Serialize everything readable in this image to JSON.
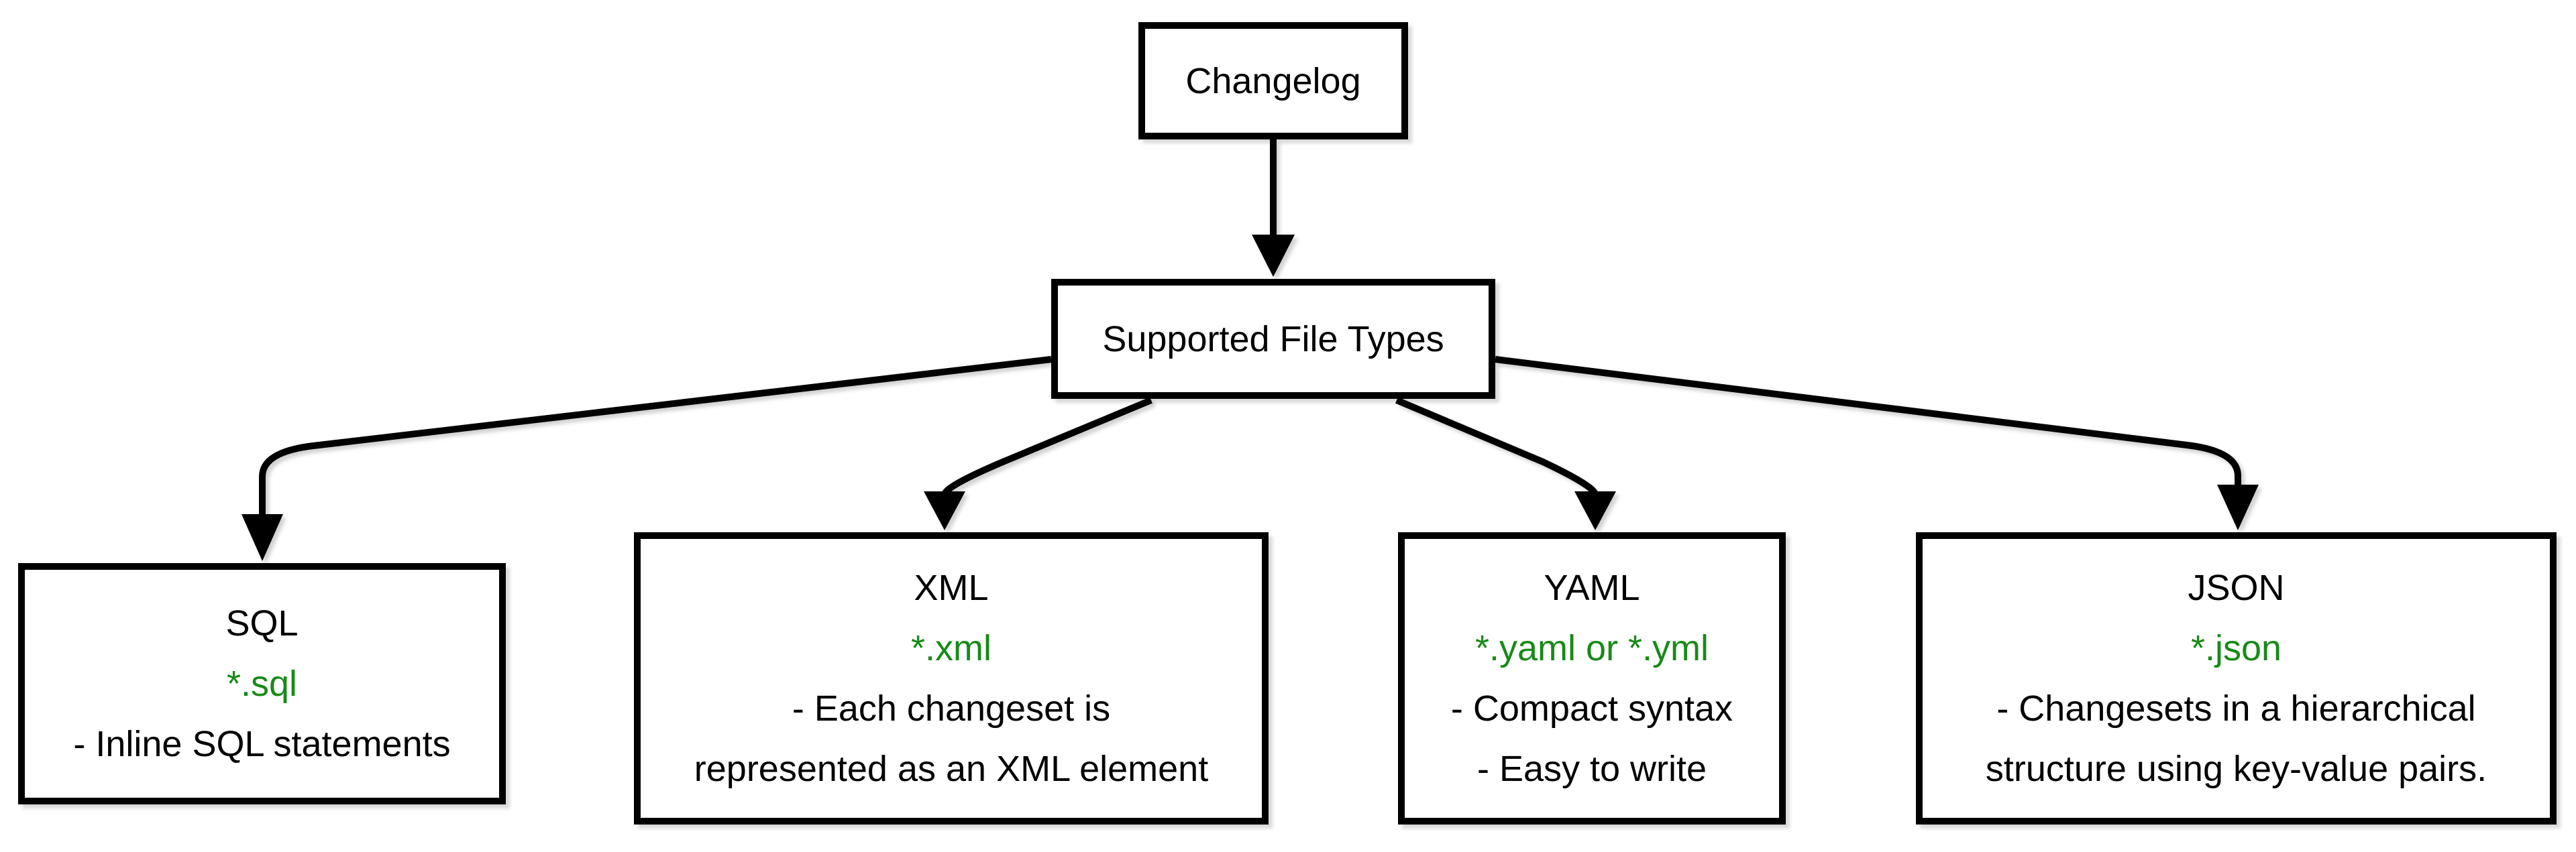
{
  "diagram": {
    "root": {
      "label": "Changelog"
    },
    "hub": {
      "label": "Supported File Types"
    },
    "nodes": [
      {
        "id": "sql",
        "title": "SQL",
        "extension": "*.sql",
        "description_lines": [
          "- Inline SQL statements"
        ]
      },
      {
        "id": "xml",
        "title": "XML",
        "extension": "*.xml",
        "description_lines": [
          "- Each changeset is",
          "represented as an XML element"
        ]
      },
      {
        "id": "yaml",
        "title": "YAML",
        "extension": "*.yaml or *.yml",
        "description_lines": [
          "- Compact syntax",
          "- Easy to write"
        ]
      },
      {
        "id": "json",
        "title": "JSON",
        "extension": "*.json",
        "description_lines": [
          "- Changesets in a hierarchical",
          "structure using key-value pairs."
        ]
      }
    ],
    "edges": [
      {
        "from": "changelog",
        "to": "supported-file-types"
      },
      {
        "from": "supported-file-types",
        "to": "sql"
      },
      {
        "from": "supported-file-types",
        "to": "xml"
      },
      {
        "from": "supported-file-types",
        "to": "yaml"
      },
      {
        "from": "supported-file-types",
        "to": "json"
      }
    ],
    "colors": {
      "text": "#000000",
      "extension_green": "#188a18",
      "border": "#000000",
      "background": "#ffffff"
    }
  }
}
